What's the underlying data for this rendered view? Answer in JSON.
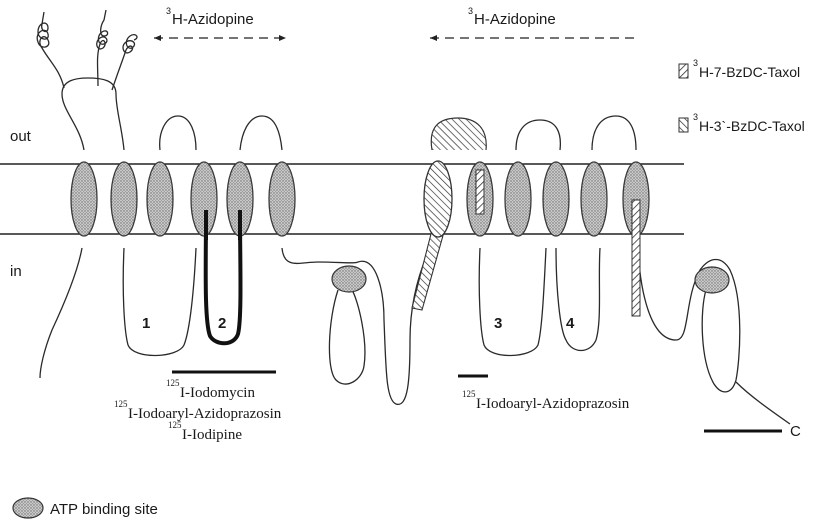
{
  "labels": {
    "out": "out",
    "in": "in",
    "azidopine_left": "H-Azidopine",
    "azidopine_right": "H-Azidopine",
    "azidopine_sup": "3",
    "taxol7": "H-7-BzDC-Taxol",
    "taxol3": "H-3`-BzDC-Taxol",
    "taxol_sup": "3",
    "loop1": "1",
    "loop2": "2",
    "loop3": "3",
    "loop4": "4",
    "iodomycin": "I-Iodomycin",
    "iodoaryl_left": "I-Iodoaryl-Azidoprazosin",
    "iodipine": "I-Iodipine",
    "iodoaryl_right": "I-Iodoaryl-Azidoprazosin",
    "iodine_sup": "125",
    "c_terminus": "C",
    "atp_legend": "ATP binding site"
  }
}
